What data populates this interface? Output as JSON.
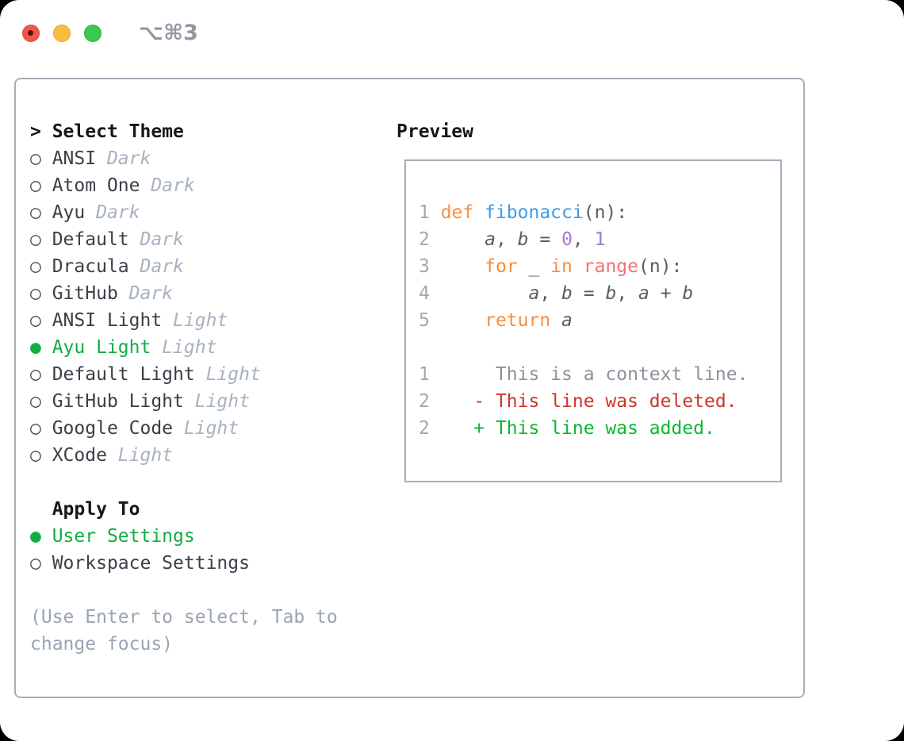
{
  "window": {
    "shortcut_label": "⌥⌘3"
  },
  "colors": {
    "accent_green": "#0fae43",
    "added_green": "#07b92d",
    "deleted_red": "#cf3328",
    "keyword_orange": "#fa8d3e",
    "function_blue": "#3b9ee6",
    "number_purple": "#a37acc",
    "builtin_salmon": "#f07171",
    "code_fg": "#565e66",
    "line_number_gray": "#9fa8b3",
    "context_gray": "#8b929b",
    "muted_gray": "#9aa5b1",
    "tag_gray": "#a8b2bf",
    "radio_gray": "#474e57",
    "text_dark": "#3a4048",
    "header_black": "#14171b",
    "panel_border": "#a5aeb9"
  },
  "theme_panel": {
    "title_marker": "> ",
    "title": "Select Theme",
    "header_indent": "  ",
    "radio_unselected": "○",
    "radio_selected": "●",
    "themes": [
      {
        "name": "ANSI",
        "tag": "Dark",
        "selected": false
      },
      {
        "name": "Atom One",
        "tag": "Dark",
        "selected": false
      },
      {
        "name": "Ayu",
        "tag": "Dark",
        "selected": false
      },
      {
        "name": "Default",
        "tag": "Dark",
        "selected": false
      },
      {
        "name": "Dracula",
        "tag": "Dark",
        "selected": false
      },
      {
        "name": "GitHub",
        "tag": "Dark",
        "selected": false
      },
      {
        "name": "ANSI Light",
        "tag": "Light",
        "selected": false
      },
      {
        "name": "Ayu Light",
        "tag": "Light",
        "selected": true
      },
      {
        "name": "Default Light",
        "tag": "Light",
        "selected": false
      },
      {
        "name": "GitHub Light",
        "tag": "Light",
        "selected": false
      },
      {
        "name": "Google Code",
        "tag": "Light",
        "selected": false
      },
      {
        "name": "XCode",
        "tag": "Light",
        "selected": false
      }
    ],
    "apply_to_title": "Apply To",
    "apply_options": [
      {
        "label": "User Settings",
        "selected": true
      },
      {
        "label": "Workspace Settings",
        "selected": false
      }
    ],
    "hint_lines": [
      "(Use Enter to select, Tab to",
      "change focus)"
    ]
  },
  "preview": {
    "title": "Preview",
    "lines": [
      {
        "num": "1",
        "tokens": [
          [
            "def ",
            "kw"
          ],
          [
            "fibonacci",
            "fn"
          ],
          [
            "(n):",
            "fg"
          ]
        ]
      },
      {
        "num": "2",
        "tokens": [
          [
            "    ",
            "fg"
          ],
          [
            "a",
            "var"
          ],
          [
            ", ",
            "fg"
          ],
          [
            "b",
            "var"
          ],
          [
            " = ",
            "fg"
          ],
          [
            "0",
            "lit"
          ],
          [
            ", ",
            "fg"
          ],
          [
            "1",
            "lit"
          ]
        ]
      },
      {
        "num": "3",
        "tokens": [
          [
            "    ",
            "fg"
          ],
          [
            "for",
            "kw"
          ],
          [
            " _ ",
            "fg"
          ],
          [
            "in",
            "kw"
          ],
          [
            " ",
            "fg"
          ],
          [
            "range",
            "call"
          ],
          [
            "(n):",
            "fg"
          ]
        ]
      },
      {
        "num": "4",
        "tokens": [
          [
            "        ",
            "fg"
          ],
          [
            "a",
            "var"
          ],
          [
            ", ",
            "fg"
          ],
          [
            "b",
            "var"
          ],
          [
            " = ",
            "fg"
          ],
          [
            "b",
            "var"
          ],
          [
            ", ",
            "fg"
          ],
          [
            "a",
            "var"
          ],
          [
            " + ",
            "fg"
          ],
          [
            "b",
            "var"
          ]
        ]
      },
      {
        "num": "5",
        "tokens": [
          [
            "    ",
            "fg"
          ],
          [
            "return ",
            "kw"
          ],
          [
            "a",
            "var"
          ]
        ]
      },
      {
        "num": "",
        "tokens": []
      },
      {
        "num": "1",
        "tokens": [
          [
            "     This is a context line.",
            "ctx"
          ]
        ]
      },
      {
        "num": "2",
        "tokens": [
          [
            "   ",
            "fg"
          ],
          [
            "- This line was deleted.",
            "del"
          ]
        ]
      },
      {
        "num": "2",
        "tokens": [
          [
            "   ",
            "fg"
          ],
          [
            "+ This line was added.",
            "add"
          ]
        ]
      }
    ]
  }
}
